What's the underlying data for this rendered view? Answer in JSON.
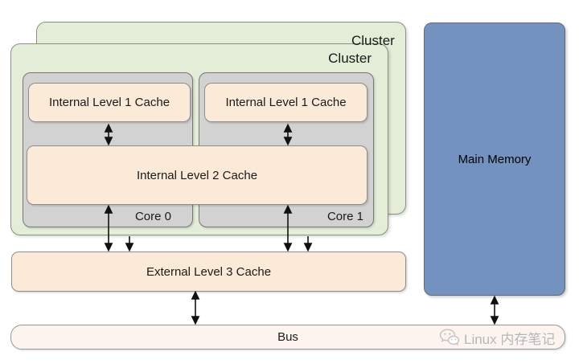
{
  "diagram": {
    "back_cluster_label": "Cluster",
    "front_cluster_label": "Cluster",
    "cores": [
      {
        "label": "Core 0"
      },
      {
        "label": "Core 1"
      }
    ],
    "l1_caches": [
      {
        "label": "Internal Level 1 Cache"
      },
      {
        "label": "Internal Level 1 Cache"
      }
    ],
    "l2_cache_label": "Internal Level 2 Cache",
    "l3_cache_label": "External Level 3 Cache",
    "main_memory_label": "Main Memory",
    "bus_label": "Bus",
    "watermark": {
      "text": "Linux 内存笔记"
    },
    "colors": {
      "cluster_fill": "#e4edd8",
      "core_fill": "#d2d2d2",
      "cache_fill": "#fcead9",
      "bus_fill": "#fdf4f0",
      "main_memory_fill": "#7392bf",
      "arrow": "#111111",
      "watermark_text": "#b5b5b5"
    }
  }
}
